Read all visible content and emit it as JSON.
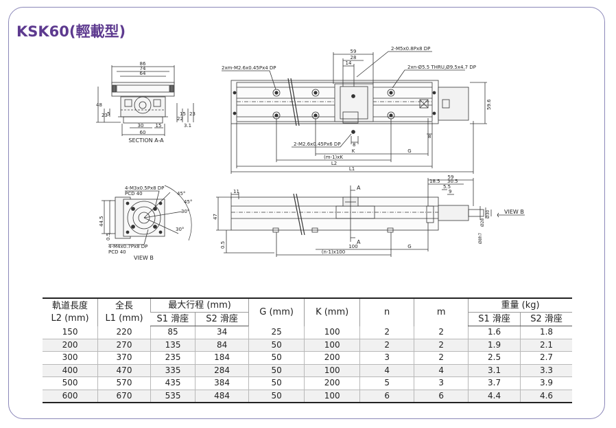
{
  "title": "KSK60(輕載型)",
  "drawing": {
    "section": {
      "dims_top": [
        "86",
        "74",
        "64"
      ],
      "dims_left": [
        "48",
        "23",
        "5"
      ],
      "dims_right": [
        "22",
        "15",
        "3.1",
        "23"
      ],
      "dims_bottom": [
        "30",
        "15",
        "60"
      ],
      "label": "SECTION A-A"
    },
    "top_view": {
      "note_left": "2xm-M2.6x0.45Px4 DP",
      "note_top": "2-M5x0.8Px8 DP",
      "note_right": "2xn-Ø5.5 THRU,Ø9.5x4.7 DP",
      "note_bottom": "2-M2.6x0.45Px6 DP",
      "dims_top": [
        "59",
        "28",
        "14"
      ],
      "dim_8": "8",
      "dim_k": "K",
      "dim_m1k": "(m-1)xK",
      "dim_g": "G",
      "dim_l2": "L2",
      "dim_l1": "L1",
      "dim_right": "59.6",
      "dim_small": "8"
    },
    "view_b": {
      "note_top1": "4-M3x0.5Px8 DP",
      "note_top2": "PCD 40",
      "note_bot1": "4-M4x0.7Px8 DP",
      "note_bot2": "PCD 40",
      "angles": [
        "45°",
        "45°",
        "30°",
        "30°"
      ],
      "dims_left": [
        "44.5",
        "0.5"
      ],
      "label": "VIEW B"
    },
    "side_view": {
      "dim_11": "11",
      "dim_47": "47",
      "dim_05": "0.5",
      "label_a_top": "A",
      "label_a_bot": "A",
      "dim_100": "100",
      "dim_n1": "(n-1)x100",
      "dim_g": "G",
      "dims_top": [
        "59",
        "18.5",
        "30.5",
        "5.5",
        "9"
      ],
      "dims_right": [
        "Ø28",
        "Ø30",
        "Ø8h7"
      ],
      "view_b": "VIEW B"
    }
  },
  "table": {
    "headers": {
      "l2_line1": "軌道長度",
      "l2_line2": "L2 (mm)",
      "l1_line1": "全長",
      "l1_line2": "L1 (mm)",
      "stroke": "最大行程 (mm)",
      "s1": "S1 滑座",
      "s2": "S2 滑座",
      "g": "G (mm)",
      "k": "K (mm)",
      "n": "n",
      "m": "m",
      "weight": "重量 (kg)",
      "w1": "S1 滑座",
      "w2": "S2 滑座"
    },
    "rows": [
      [
        "150",
        "220",
        "85",
        "34",
        "25",
        "100",
        "2",
        "2",
        "1.6",
        "1.8"
      ],
      [
        "200",
        "270",
        "135",
        "84",
        "50",
        "100",
        "2",
        "2",
        "1.9",
        "2.1"
      ],
      [
        "300",
        "370",
        "235",
        "184",
        "50",
        "200",
        "3",
        "2",
        "2.5",
        "2.7"
      ],
      [
        "400",
        "470",
        "335",
        "284",
        "50",
        "100",
        "4",
        "4",
        "3.1",
        "3.3"
      ],
      [
        "500",
        "570",
        "435",
        "384",
        "50",
        "200",
        "5",
        "3",
        "3.7",
        "3.9"
      ],
      [
        "600",
        "670",
        "535",
        "484",
        "50",
        "100",
        "6",
        "6",
        "4.4",
        "4.6"
      ]
    ]
  }
}
